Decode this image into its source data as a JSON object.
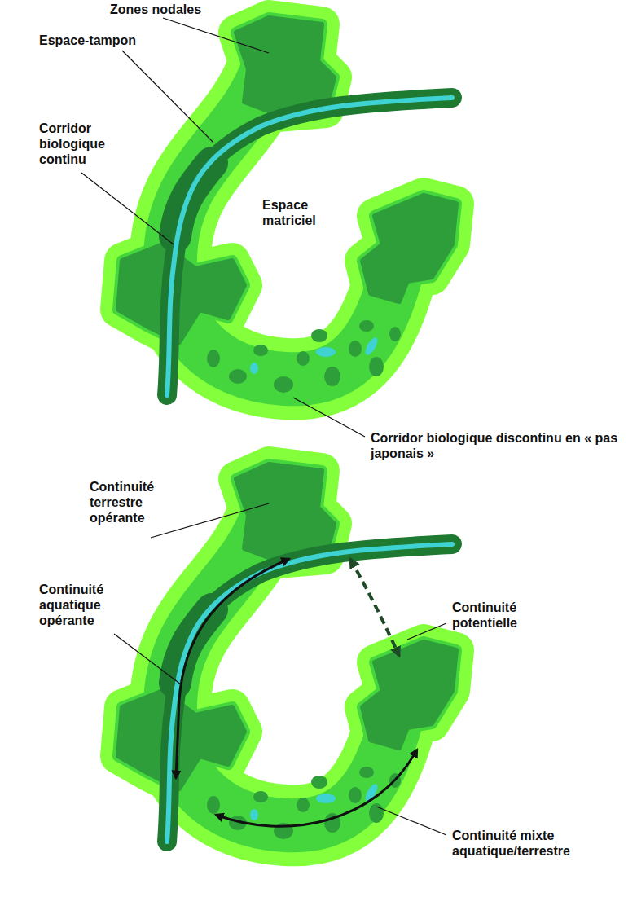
{
  "diagram": {
    "labels": [
      "Zones nodales",
      "Espace-tampon",
      "Corridor biologique continu",
      "Espace matriciel",
      "Corridor biologique discontinu en « pas japonais »",
      "Continuité terrestre opérante",
      "Continuité aquatique opérante",
      "Continuité potentielle",
      "Continuité mixte aquatique/terrestre"
    ]
  }
}
